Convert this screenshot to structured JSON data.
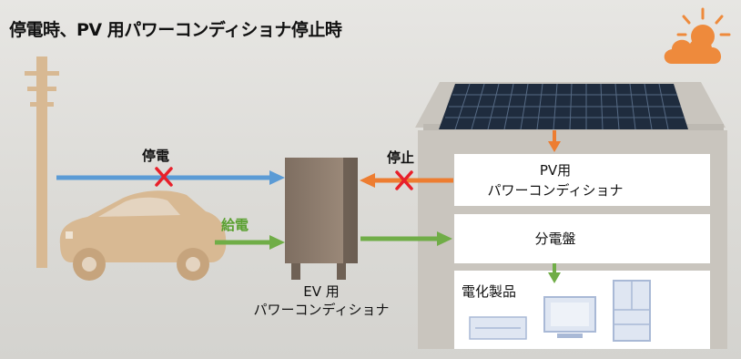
{
  "title": "停電時、PV 用パワーコンディショナ停止時",
  "labels": {
    "outage": "停電",
    "stop": "停止",
    "supply": "給電",
    "ev_pcs_line1": "EV 用",
    "ev_pcs_line2": "パワーコンディショナ",
    "pv_pcs_line1": "PV用",
    "pv_pcs_line2": "パワーコンディショナ",
    "distribution_board": "分電盤",
    "appliances": "電化製品"
  },
  "colors": {
    "grid_line": "#5b9bd5",
    "stopped_line": "#ed7d31",
    "supply_line": "#70ad47",
    "cross": "#e8202a",
    "house": "#c9c5be",
    "silhouette": "#d8b993",
    "ev_pcs": "#8c7b6c",
    "weather": "#ee8a3c"
  },
  "icons": [
    "sun-cloud-icon",
    "utility-pole-icon",
    "electric-car-icon",
    "house-icon",
    "solar-panel-icon",
    "tv-icon",
    "refrigerator-icon",
    "av-deck-icon"
  ]
}
